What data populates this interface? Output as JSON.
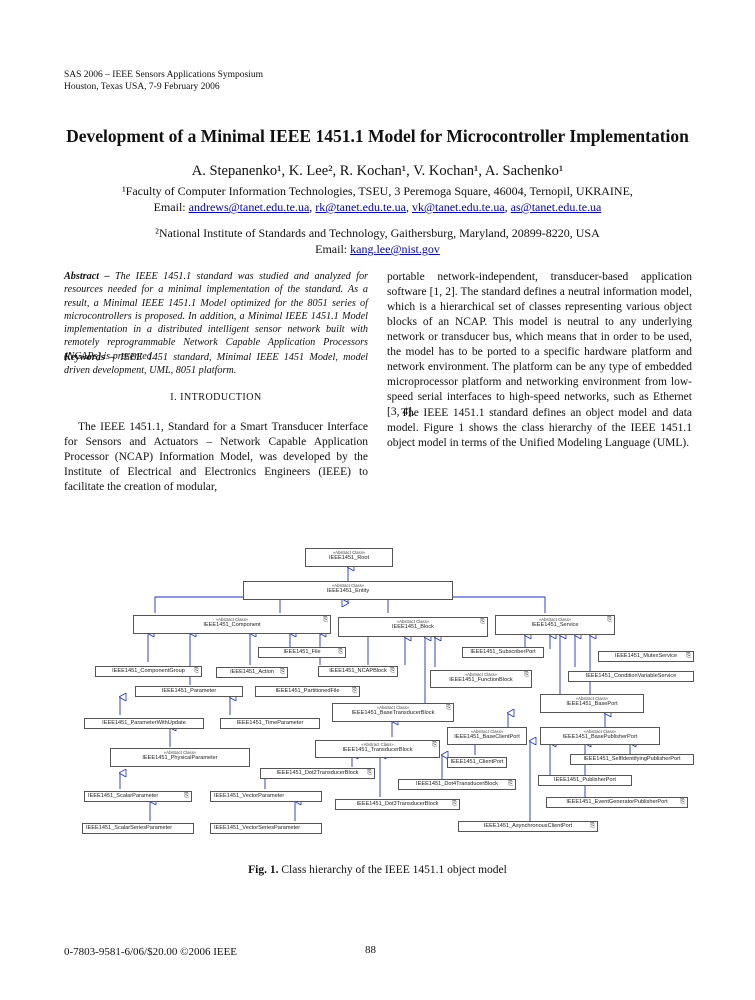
{
  "header": {
    "conference": "SAS 2006 – IEEE Sensors Applications Symposium",
    "location": "Houston, Texas USA, 7-9 February 2006"
  },
  "paper": {
    "title": "Development of a Minimal IEEE 1451.1 Model for Microcontroller Implementation",
    "authors_text": "A. Stepanenko¹, K. Lee², R. Kochan¹, V. Kochan¹, A. Sachenko¹",
    "affiliation1": "¹Faculty of Computer Information Technologies, TSEU, 3 Peremoga Square, 46004, Ternopil, UKRAINE,",
    "email1_prefix": "Email: ",
    "emails1": [
      "andrews@tanet.edu.te.ua",
      "rk@tanet.edu.te.ua",
      "vk@tanet.edu.te.ua",
      "as@tanet.edu.te.ua"
    ],
    "affiliation2": "²National Institute of Standards and Technology, Gaithersburg, Maryland, 20899-8220, USA",
    "email2_prefix": "Email: ",
    "email2": "kang.lee@nist.gov"
  },
  "abstract": {
    "label": "Abstract –",
    "text": "The IEEE 1451.1 standard was studied and analyzed for resources needed for a minimal implementation of the standard. As a result, a Minimal IEEE 1451.1 Model optimized for the 8051 series of microcontrollers is proposed. In addition, a Minimal IEEE 1451.1 Model implementation in a distributed intelligent sensor network built with remotely reprogrammable Network Capable Application Processors (NCAPs) is presented."
  },
  "keywords": {
    "label": "Keywords –",
    "text": "IEEE 1451 standard, Minimal IEEE 1451 Model, model driven development, UML, 8051 platform."
  },
  "section1_heading": "I. INTRODUCTION",
  "intro_para1": "The IEEE 1451.1, Standard for a Smart Transducer Interface for Sensors and Actuators – Network Capable Application Processor (NCAP) Information Model, was developed by the Institute of Electrical and Electronics Engineers (IEEE) to facilitate the creation of modular,",
  "right_para1": "portable network-independent, transducer-based application software [1, 2]. The standard defines a neutral information model, which is a hierarchical set of classes representing various object blocks of an NCAP. This model is neutral to any underlying network or transducer bus, which means that in order to be used, the model has to be ported to a specific hardware platform and network environment. The platform can be any type of embedded microprocessor platform and networking environment from low-speed serial interfaces to high-speed networks, such as Ethernet [3, 4].",
  "right_para2": "The IEEE 1451.1 standard defines an object model and data model. Figure 1 shows the class hierarchy of the IEEE 1451.1 object model in terms of the Unified Modeling Language (UML).",
  "figure": {
    "stereotype": "«Abstract Class»",
    "classes": {
      "root": "IEEE1451_Root",
      "entity": "IEEE1451_Entity",
      "component": "IEEE1451_Component",
      "block": "IEEE1451_Block",
      "service": "IEEE1451_Service",
      "file": "IEEE1451_File",
      "subscriber_port": "IEEE1451_SubscriberPort",
      "mutex_service": "IEEE1451_MutexService",
      "component_group": "IEEE1451_ComponentGroup",
      "action": "IEEE1451_Action",
      "ncap_block": "IEEE1451_NCAPBlock",
      "function_block": "IEEE1451_FunctionBlock",
      "condition_variable_service": "IEEE1451_ConditionVariableService",
      "parameter": "IEEE1451_Parameter",
      "partitioned_file": "IEEE1451_PartitionedFile",
      "base_port": "IEEE1451_BasePort",
      "base_transducer_block": "IEEE1451_BaseTransducerBlock",
      "parameter_with_update": "IEEE1451_ParameterWithUpdate",
      "time_parameter": "IEEE1451_TimeParameter",
      "base_client_port": "IEEE1451_BaseClientPort",
      "base_publisher_port": "IEEE1451_BasePublisherPort",
      "physical_parameter": "IEEE1451_PhysicalParameter",
      "transducer_block": "IEEE1451_TransducerBlock",
      "self_identifying_publisher_port": "IEEE1451_SelfIdentifyingPublisherPort",
      "client_port": "IEEE1451_ClientPort",
      "dot2_transducer_block": "IEEE1451_Dot2TransducerBlock",
      "publisher_port": "IEEE1451_PublisherPort",
      "dot4_transducer_block": "IEEE1451_Dot4TransducerBlock",
      "scalar_parameter": "IEEE1451_ScalarParameter",
      "vector_parameter": "IEEE1451_VectorParameter",
      "event_generator_publisher_port": "IEEE1451_EventGeneratorPublisherPort",
      "dot3_transducer_block": "IEEE1451_Dot3TransducerBlock",
      "scalar_series_parameter": "IEEE1451_ScalarSeriesParameter",
      "vector_series_parameter": "IEEE1451_VectorSeriesParameter",
      "asynchronous_client_port": "IEEE1451_AsynchronousClientPort"
    },
    "caption_label": "Fig. 1.",
    "caption_text": "Class hierarchy of the IEEE 1451.1 object model"
  },
  "footer": {
    "copyright": "0-7803-9581-6/06/$20.00 ©2006 IEEE",
    "page_number": "88"
  },
  "colors": {
    "link": "#0000cc",
    "arrow": "#1a2fd6"
  }
}
